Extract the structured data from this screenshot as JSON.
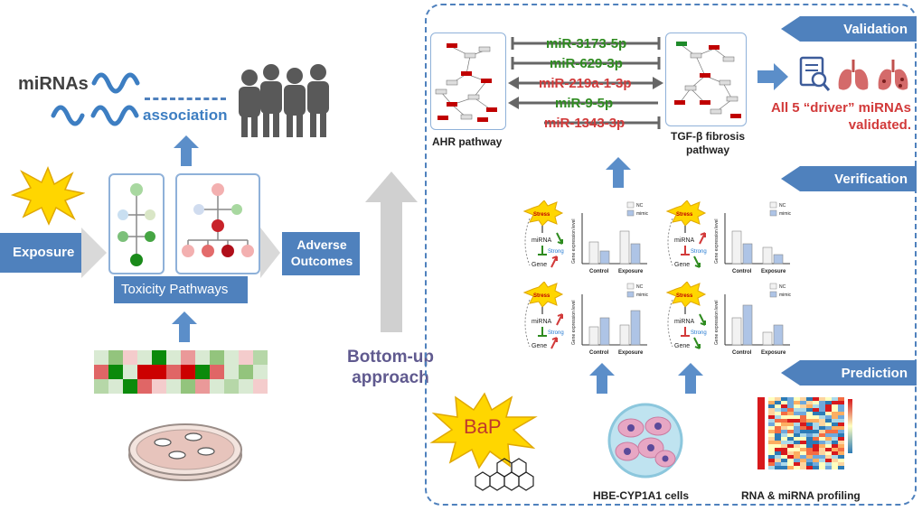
{
  "left": {
    "mirnas_label": "miRNAs",
    "association_label": "association",
    "exposure_label": "Exposure",
    "toxicity_pathways_label": "Toxicity Pathways",
    "adverse_outcomes_label": "Adverse Outcomes"
  },
  "middle": {
    "bottom_up_label": "Bottom-up approach"
  },
  "right": {
    "banners": {
      "validation": "Validation",
      "verification": "Verification",
      "prediction": "Prediction"
    },
    "ahr_label": "AHR pathway",
    "tgf_label": "TGF-β fibrosis pathway",
    "mirnas": [
      {
        "name": "miR-3173-5p",
        "color": "#2e8b1f"
      },
      {
        "name": "miR-629-3p",
        "color": "#2e8b1f"
      },
      {
        "name": "miR-219a-1-3p",
        "color": "#d23a3a"
      },
      {
        "name": "miR-9-5p",
        "color": "#2e8b1f"
      },
      {
        "name": "miR-1343-3p",
        "color": "#d23a3a"
      }
    ],
    "validated_text": "All 5 “driver” miRNAs validated.",
    "bap_label": "BaP",
    "cells_label": "HBE-CYP1A1 cells",
    "profiling_label": "RNA & miRNA profiling",
    "panel": {
      "stress": "Stress",
      "mirna": "miRNA",
      "gene": "Gene",
      "strong": "Strong",
      "legend_nc": "NC",
      "legend_mimic": "mimic",
      "ylabel": "Gene expression level",
      "x_control": "Control",
      "x_exposure": "Exposure"
    }
  },
  "colors": {
    "accent": "#4f81bd",
    "arrow": "#5b8ec9",
    "green": "#2e8b1f",
    "red": "#d23a3a",
    "gray": "#595959"
  }
}
